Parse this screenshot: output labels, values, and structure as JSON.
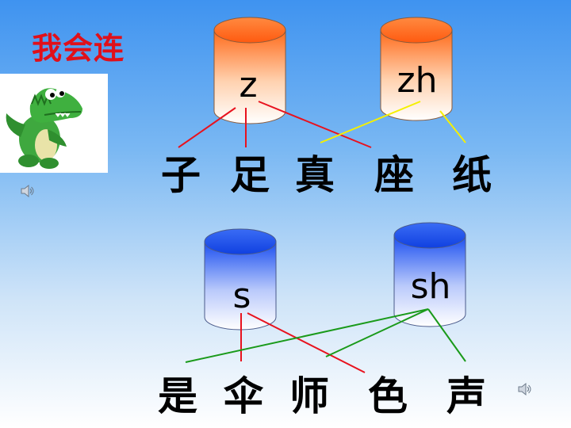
{
  "title": "我会连",
  "groups": [
    {
      "initials": [
        "z",
        "zh"
      ],
      "characters": [
        "子",
        "足",
        "真",
        "座",
        "纸"
      ],
      "links": [
        {
          "initial": "z",
          "character": "子",
          "color": "#e8121e"
        },
        {
          "initial": "z",
          "character": "足",
          "color": "#e8121e"
        },
        {
          "initial": "z",
          "character": "座",
          "color": "#e8121e"
        },
        {
          "initial": "zh",
          "character": "真",
          "color": "#f5f000"
        },
        {
          "initial": "zh",
          "character": "纸",
          "color": "#f5f000"
        }
      ],
      "cylinder_color": "orange"
    },
    {
      "initials": [
        "s",
        "sh"
      ],
      "characters": [
        "是",
        "伞",
        "师",
        "色",
        "声"
      ],
      "links": [
        {
          "initial": "s",
          "character": "伞",
          "color": "#e8121e"
        },
        {
          "initial": "s",
          "character": "色",
          "color": "#e8121e"
        },
        {
          "initial": "sh",
          "character": "是",
          "color": "#1a9a1a"
        },
        {
          "initial": "sh",
          "character": "师",
          "color": "#1a9a1a"
        },
        {
          "initial": "sh",
          "character": "声",
          "color": "#1a9a1a"
        }
      ],
      "cylinder_color": "blue"
    }
  ],
  "icons": [
    "crocodile-mascot-icon",
    "speaker-icon",
    "speaker-icon"
  ],
  "colors": {
    "title": "#e0101a",
    "red_line": "#e8121e",
    "yellow_line": "#f5f000",
    "green_line": "#1a9a1a"
  }
}
